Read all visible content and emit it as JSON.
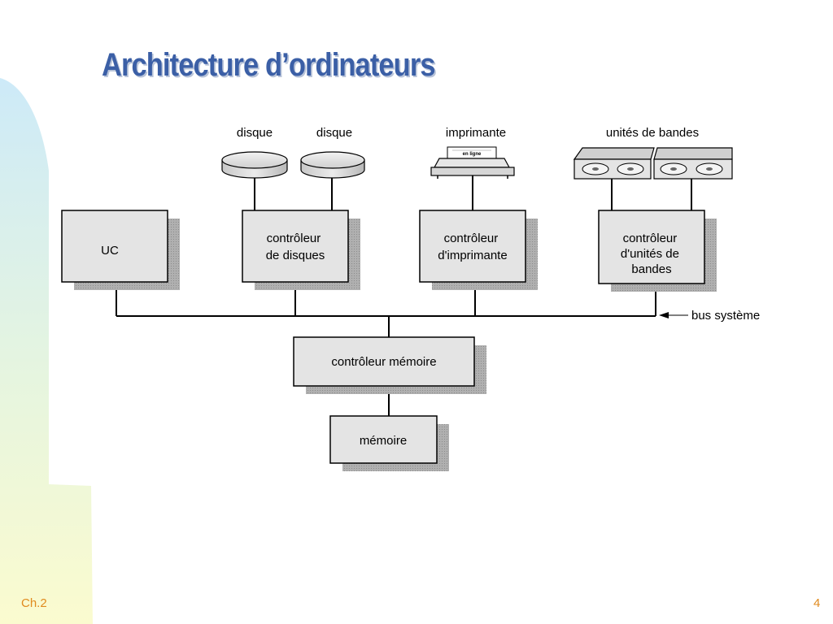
{
  "slide": {
    "title": "Architecture d’ordinateurs",
    "footer_left": "Ch.2",
    "page_number": "4"
  },
  "diagram": {
    "devices": {
      "disk1_label": "disque",
      "disk2_label": "disque",
      "printer_label": "imprimante",
      "printer_screen_text": "en ligne",
      "tapes_label": "unités de bandes"
    },
    "boxes": {
      "cpu": [
        "UC"
      ],
      "disk_controller": [
        "contrôleur",
        "de disques"
      ],
      "printer_controller": [
        "contrôleur",
        "d'imprimante"
      ],
      "tape_controller": [
        "contrôleur",
        "d'unités de",
        "bandes"
      ],
      "memory_controller": [
        "contrôleur mémoire"
      ],
      "memory": [
        "mémoire"
      ]
    },
    "bus_label": "bus système",
    "colors": {
      "box_fill": "#e4e4e4",
      "shadow": "#a8a8a8",
      "line": "#000000",
      "title": "#3b5fa6",
      "footer": "#e08a1e"
    }
  }
}
